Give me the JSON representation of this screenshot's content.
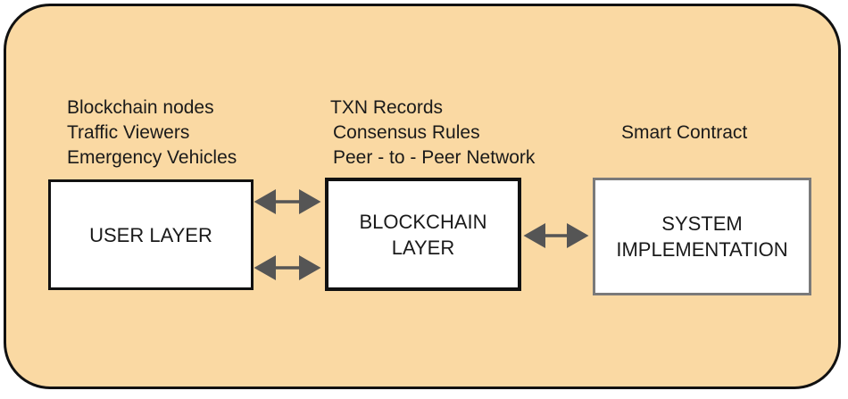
{
  "diagram": {
    "user_layer": {
      "label": "USER LAYER",
      "annotations": [
        "Blockchain nodes",
        "Traffic Viewers",
        "Emergency Vehicles"
      ]
    },
    "blockchain_layer": {
      "label_line1": "BLOCKCHAIN",
      "label_line2": "LAYER",
      "annotations": [
        "TXN Records",
        "Consensus Rules",
        "Peer - to - Peer Network"
      ]
    },
    "system_implementation": {
      "label_line1": "SYSTEM",
      "label_line2": "IMPLEMENTATION",
      "annotation": "Smart Contract"
    },
    "colors": {
      "panel_fill": "#fad9a3",
      "box_fill": "#ffffff",
      "arrow": "#555555",
      "border": "#111111"
    },
    "connections": [
      {
        "from": "user_layer",
        "to": "blockchain_layer",
        "direction": "bidirectional"
      },
      {
        "from": "user_layer",
        "to": "blockchain_layer",
        "direction": "bidirectional"
      },
      {
        "from": "blockchain_layer",
        "to": "system_implementation",
        "direction": "bidirectional"
      }
    ]
  }
}
